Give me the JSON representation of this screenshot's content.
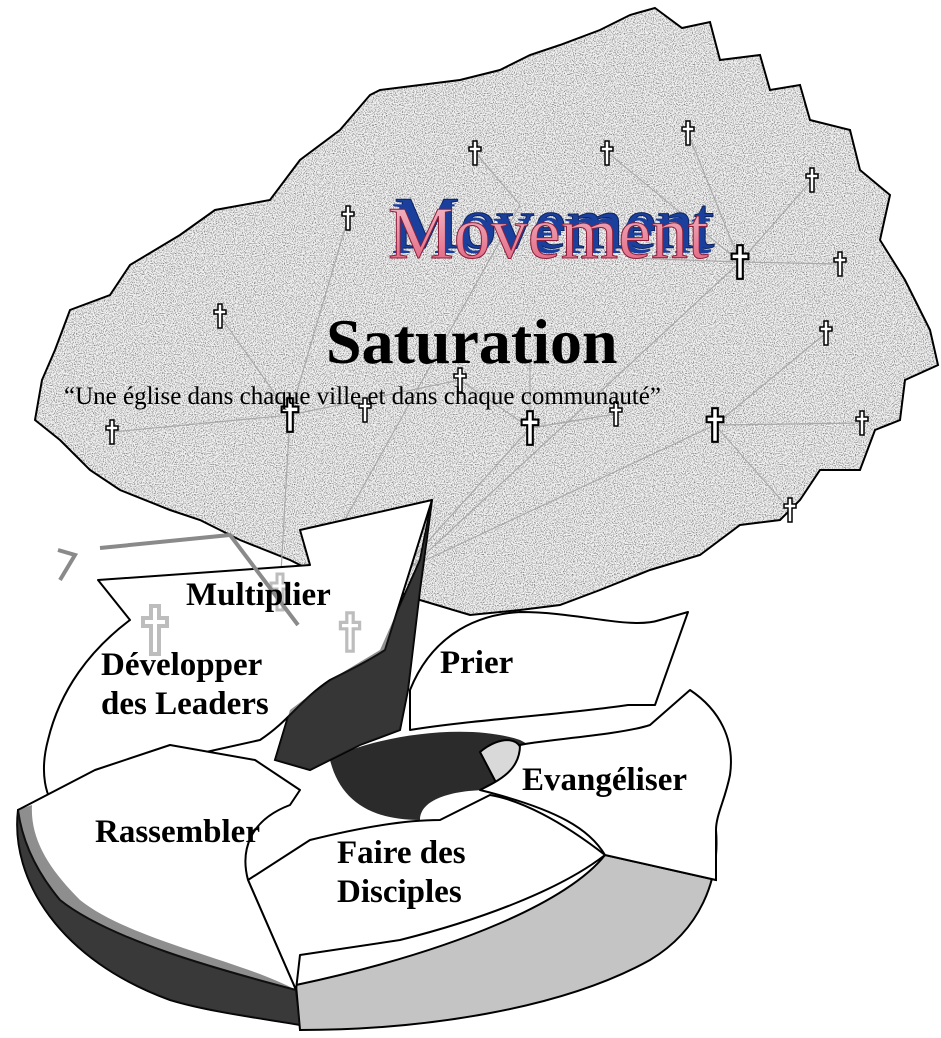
{
  "diagram": {
    "logo_word": "Movement",
    "title": "Saturation",
    "subtitle": "“Une église dans chaque ville et dans chaque communauté”",
    "cycle_steps": {
      "multiplier": "Multiplier",
      "developper_line1": "Développer",
      "developper_line2": "des Leaders",
      "prier": "Prier",
      "evangeliser": "Evangéliser",
      "rassembler": "Rassembler",
      "faire_line1": "Faire des",
      "faire_line2": "Disciples"
    },
    "colors": {
      "outline": "#000000",
      "logo_front": "#e05878",
      "logo_extrude": "#1a3f9c",
      "stipple_light": "#b9b9b9",
      "stipple_dark": "#2b2b2b",
      "network_line": "#a8a8a8"
    },
    "icons": [
      "church-cross-icon",
      "logo-wordart-icon"
    ]
  }
}
